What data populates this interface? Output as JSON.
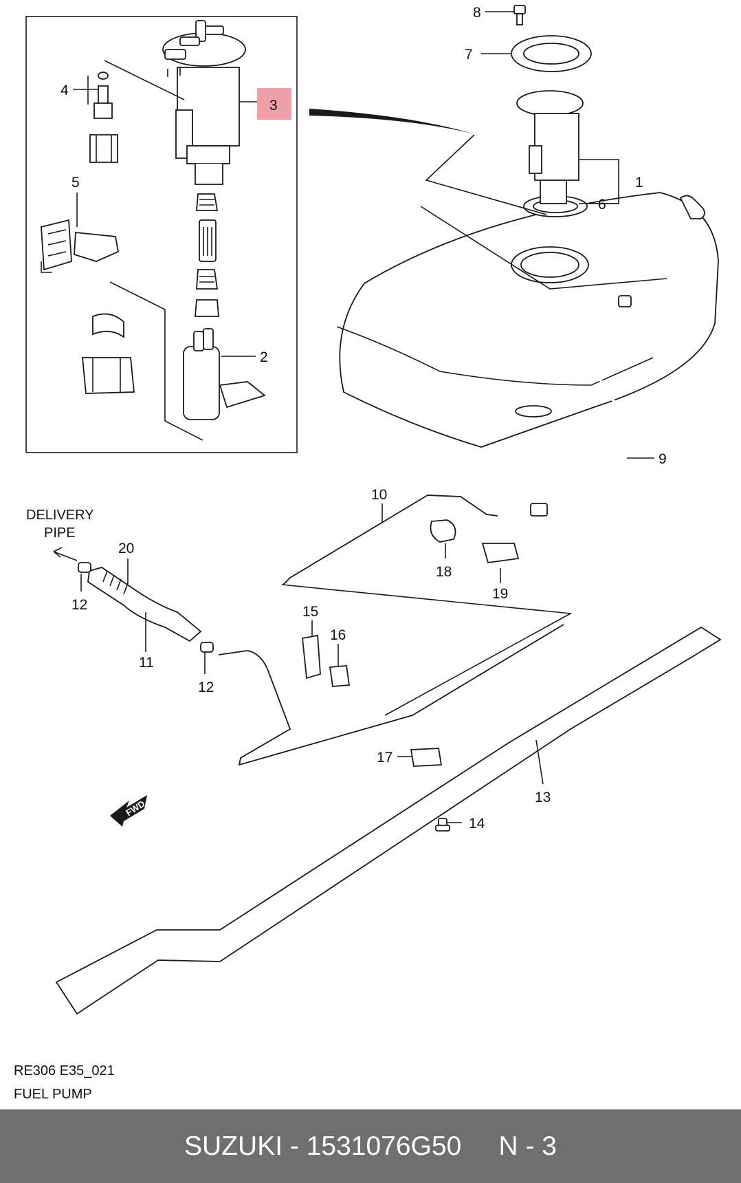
{
  "callouts": {
    "n1": "1",
    "n2": "2",
    "n3": "3",
    "n4": "4",
    "n5": "5",
    "n6": "6",
    "n7": "7",
    "n8": "8",
    "n9": "9",
    "n10": "10",
    "n11": "11",
    "n12a": "12",
    "n12b": "12",
    "n13": "13",
    "n14": "14",
    "n15": "15",
    "n16": "16",
    "n17": "17",
    "n18": "18",
    "n19": "19",
    "n20": "20"
  },
  "delivery_pipe": {
    "line1": "DELIVERY",
    "line2": "PIPE"
  },
  "fwd_arrow": {
    "label": "FWD"
  },
  "caption": {
    "code": "RE306 E35_021",
    "title": "FUEL PUMP"
  },
  "highlight_color": "#f0a0a8",
  "footer": {
    "text": "SUZUKI - 1531076G50     N - 3",
    "background": "#6f6f6f"
  }
}
